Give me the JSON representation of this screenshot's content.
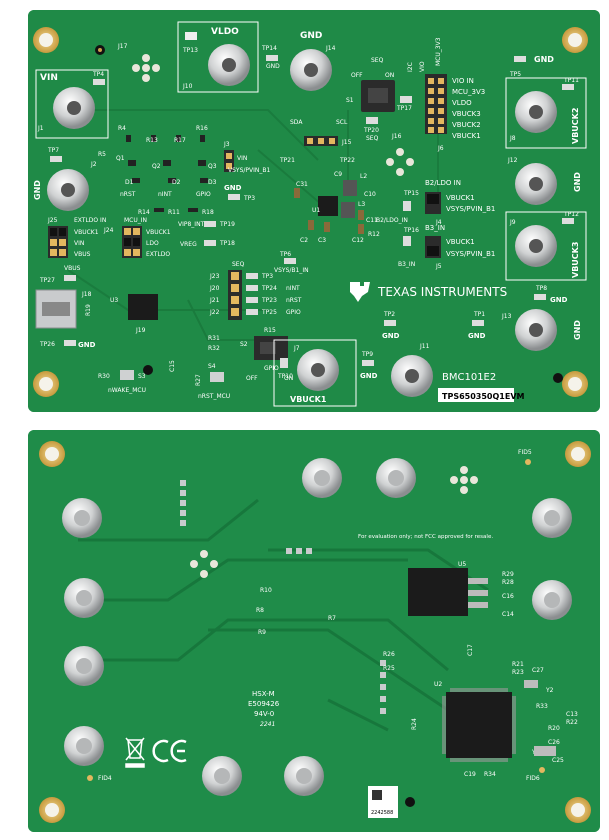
{
  "top": {
    "board_name": "BMC101E2",
    "part_number": "TPS650350Q1EVM",
    "brand": "TEXAS INSTRUMENTS",
    "vin": {
      "label": "VIN",
      "tp": "TP4",
      "jack": "J1"
    },
    "vldo": {
      "label": "VLDO",
      "tp": "TP13",
      "jack": "J10"
    },
    "gnd_top": {
      "label": "GND",
      "tp": "TP14",
      "jack": "J14",
      "tp_gnd": "GND"
    },
    "j17": "J17",
    "tp7": "TP7",
    "gnd_left": "GND",
    "j2": "J2",
    "seq_switch": {
      "title": "SEQ",
      "off": "OFF",
      "on": "ON",
      "ref": "S1",
      "i2c": "I2C",
      "vio": "VIO",
      "mcu3v3": "MCU_3V3",
      "tp17": "TP17",
      "tp20": "TP20",
      "seq": "SEQ"
    },
    "vio_header": [
      "VIO IN",
      "MCU_3V3",
      "VLDO",
      "VBUCK3",
      "VBUCK2",
      "VBUCK1"
    ],
    "j6": "J6",
    "vbuck2": {
      "label": "VBUCK2",
      "tp": "TP11",
      "tp5": "TP5",
      "gnd": "GND",
      "jack": "J8"
    },
    "j12": "J12",
    "gnd_right1": "GND",
    "vbuck3": {
      "label": "VBUCK3",
      "tp": "TP12",
      "jack": "J9"
    },
    "gnd_right2": "GND",
    "refs": [
      "R4",
      "R5",
      "R13",
      "R17",
      "R16",
      "Q1",
      "Q2",
      "Q3",
      "D1",
      "D2",
      "D3",
      "nRST",
      "nINT",
      "GPIO",
      "R11",
      "R18",
      "R14"
    ],
    "j3": {
      "ref": "J3",
      "vin": "VIN",
      "vsys": "VSYS/PVIN_B1"
    },
    "gnd_mid": "GND",
    "tp3": "TP3",
    "sda": "SDA",
    "scl": "SCL",
    "tp21": "TP21",
    "tp22": "TP22",
    "j15": "J15",
    "j16": "J16",
    "j25": {
      "ref": "J25",
      "title": "EXTLDO IN",
      "opts": [
        "VBUCK1",
        "VIN",
        "VBUS"
      ]
    },
    "j24": {
      "ref": "J24",
      "title": "MCU_IN",
      "opts": [
        "VBUCK1",
        "LDO",
        "EXTLDO"
      ]
    },
    "vip8": "VIP8_INT",
    "tp19": "TP19",
    "vreg": "VREG",
    "tp18": "TP18",
    "ic_refs": [
      "U1",
      "C31",
      "C9",
      "L2",
      "C10",
      "L3",
      "C11",
      "C12",
      "C2",
      "C3",
      "R12"
    ],
    "tp15": "TP15",
    "b2_ldo": {
      "title": "B2/LDO IN",
      "opt1": "VBUCK1",
      "opt2": "VSYS/PVIN_B1",
      "ref": "J4",
      "label": "B2/LDO_IN"
    },
    "tp16": "TP16",
    "b3": {
      "title": "B3_IN",
      "opt1": "VBUCK1",
      "opt2": "VSYS/PVIN_B1",
      "ref": "J5",
      "label": "B3_IN"
    },
    "vbus": "VBUS",
    "tp27": "TP27",
    "tp6": "TP6",
    "vsys_b1": "VSYS/B1_IN",
    "seq_hdr": {
      "title": "SEQ",
      "rows": [
        {
          "ref": "J23",
          "tp": "TP3"
        },
        {
          "ref": "J20",
          "tp": "TP24",
          "sig": "nINT"
        },
        {
          "ref": "J21",
          "tp": "TP23",
          "sig": "nRST"
        },
        {
          "ref": "J22",
          "tp": "TP25",
          "sig": "GPIO"
        }
      ]
    },
    "j18": "J18",
    "r19": "R19",
    "u3": "U3",
    "j19": "J19",
    "tp26": "TP26",
    "gnd_usb": "GND",
    "tp8": "TP8",
    "gnd_tp8": "GND",
    "tp2": "TP2",
    "gnd_tp2": "GND",
    "tp1": "TP1",
    "gnd_tp1": "GND",
    "j13": "J13",
    "gnd_j13": "GND",
    "r15": "R15",
    "s2": {
      "ref": "S2",
      "gpio": "GPIO",
      "off": "OFF",
      "on": "ON"
    },
    "r31": "R31",
    "r32": "R32",
    "c15": "C15",
    "r30": "R30",
    "s3": "S3",
    "nwake": "nWAKE_MCU",
    "r27": "R27",
    "s4": "S4",
    "nrst_mcu": "nRST_MCU",
    "j7": {
      "ref": "J7",
      "tp": "TP10",
      "label": "VBUCK1"
    },
    "tp9": "TP9",
    "gnd_tp9": "GND",
    "j11": "J11"
  },
  "bottom": {
    "fcc": "For evaluation only; not FCC approved for resale.",
    "u5": "U5",
    "refs_u5": [
      "R29",
      "R28",
      "C16",
      "C14"
    ],
    "refs_mid": [
      "R10",
      "R8",
      "R9",
      "R7",
      "R26",
      "R25",
      "R24"
    ],
    "u2": "U2",
    "refs_u2": [
      "C17",
      "R21",
      "R23",
      "C27",
      "Y2",
      "R33",
      "C13",
      "R22",
      "R20",
      "C26",
      "Y1",
      "C25",
      "C19",
      "R34"
    ],
    "hsx": "HSX-M",
    "e_code": "E509426",
    "rating": "94V-0",
    "date": "2241",
    "fid_top": "FID5",
    "fid_left": "FID4",
    "fid_right": "FID6",
    "serial": "2242588"
  },
  "colors": {
    "board": "#1f8a47",
    "silk": "#ffffff",
    "gold": "#e3b75f",
    "connector": "#2b2b2b"
  }
}
